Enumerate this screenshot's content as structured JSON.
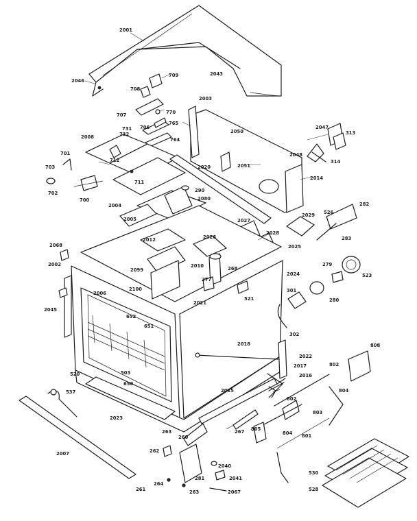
{
  "diagram": {
    "labels": [
      "2001",
      "2046",
      "2043",
      "709",
      "708",
      "707",
      "770",
      "706",
      "765",
      "764",
      "731",
      "732",
      "712",
      "2008",
      "711",
      "701",
      "703",
      "702",
      "700",
      "2004",
      "2005",
      "2003",
      "2050",
      "2051",
      "2020",
      "2047",
      "313",
      "2048",
      "314",
      "2014",
      "290",
      "2080",
      "2027",
      "2029",
      "526",
      "282",
      "283",
      "2028",
      "2025",
      "2068",
      "2002",
      "2012",
      "2026",
      "2099",
      "2010",
      "268",
      "277",
      "2100",
      "2024",
      "279",
      "523",
      "2045",
      "2006",
      "301",
      "280",
      "2021",
      "521",
      "652",
      "651",
      "302",
      "2018",
      "2022",
      "2017",
      "808",
      "520",
      "503",
      "650",
      "2016",
      "802",
      "804",
      "537",
      "2023",
      "2015",
      "802",
      "803",
      "267",
      "805",
      "804",
      "801",
      "2007",
      "263",
      "260",
      "262",
      "2040",
      "530",
      "261",
      "2041",
      "281",
      "264",
      "263",
      "2067",
      "528"
    ]
  }
}
